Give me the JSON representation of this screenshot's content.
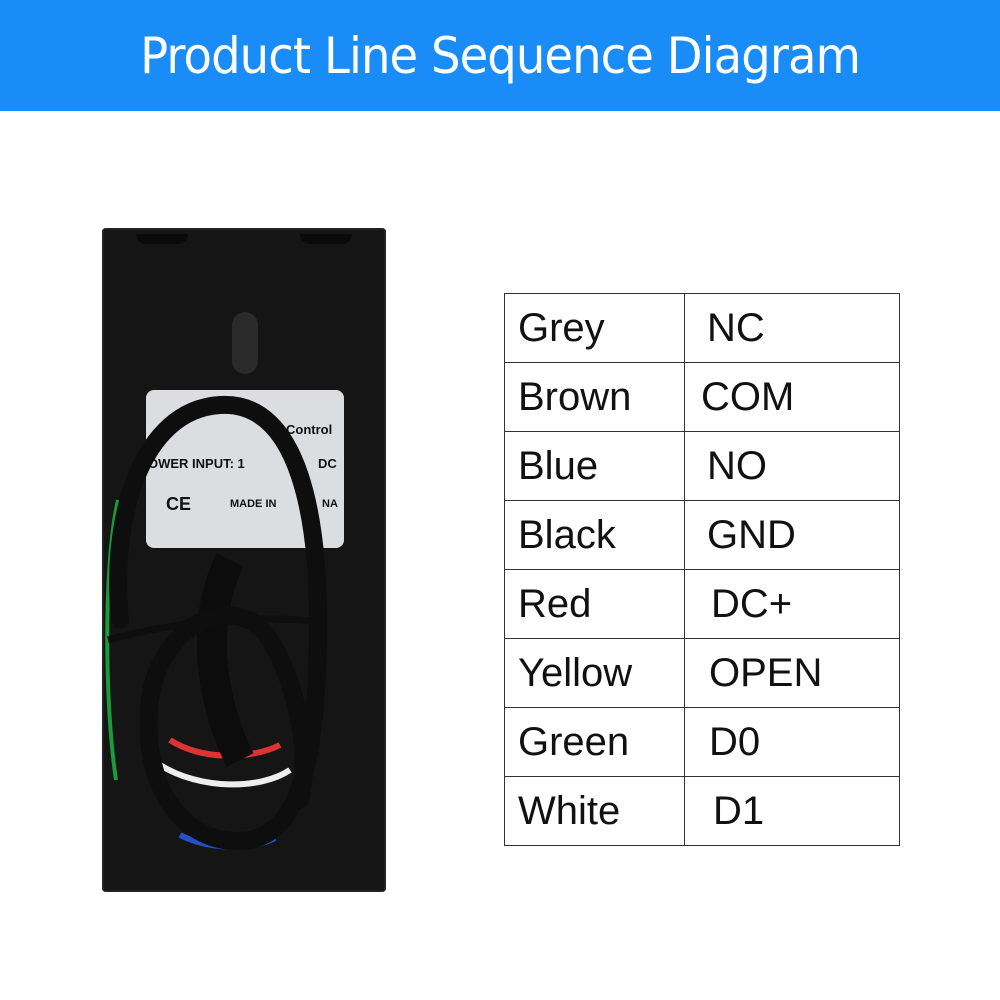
{
  "header": {
    "title": "Product Line Sequence Diagram",
    "background": "#1a8cf7"
  },
  "device": {
    "sticker": {
      "line1": "Control",
      "line2": "OWER INPUT: 1",
      "line2b": "DC",
      "mark_ce": "CE",
      "line3": "MADE IN",
      "line3b": "NA"
    }
  },
  "wiring": {
    "rows": [
      {
        "color": "Grey",
        "function": "NC"
      },
      {
        "color": "Brown",
        "function": "COM"
      },
      {
        "color": "Blue",
        "function": "NO"
      },
      {
        "color": "Black",
        "function": "GND"
      },
      {
        "color": "Red",
        "function": "DC+"
      },
      {
        "color": "Yellow",
        "function": "OPEN"
      },
      {
        "color": "Green",
        "function": "D0"
      },
      {
        "color": "White",
        "function": "D1"
      }
    ]
  }
}
